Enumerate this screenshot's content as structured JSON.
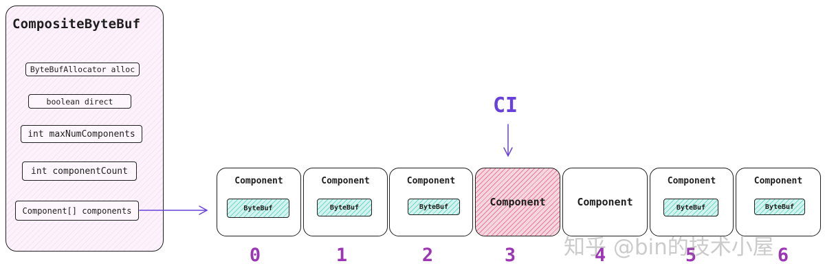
{
  "class_box": {
    "title": "CompositeByteBuf",
    "fields": [
      "ByteBufAllocator alloc",
      "boolean direct",
      "int maxNumComponents",
      "int componentCount",
      "Component[] components"
    ]
  },
  "pointer_label": "CI",
  "components": [
    {
      "label": "Component",
      "inner": "ByteBuf",
      "index": "0"
    },
    {
      "label": "Component",
      "inner": "ByteBuf",
      "index": "1"
    },
    {
      "label": "Component",
      "inner": "ByteBuf",
      "index": "2"
    },
    {
      "label": "Component",
      "inner": "",
      "index": "3"
    },
    {
      "label": "Component",
      "inner": "",
      "index": "4"
    },
    {
      "label": "Component",
      "inner": "ByteBuf",
      "index": "5"
    },
    {
      "label": "Component",
      "inner": "ByteBuf",
      "index": "6"
    }
  ],
  "watermark": "知乎 @bin的技术小屋",
  "colors": {
    "index_purple": "#9c36b5",
    "arrow_purple": "#6741d9",
    "class_fill_pink": "#fcf2fb",
    "highlight_red": "#e03169",
    "bytebuf_teal": "#12b8a6"
  }
}
